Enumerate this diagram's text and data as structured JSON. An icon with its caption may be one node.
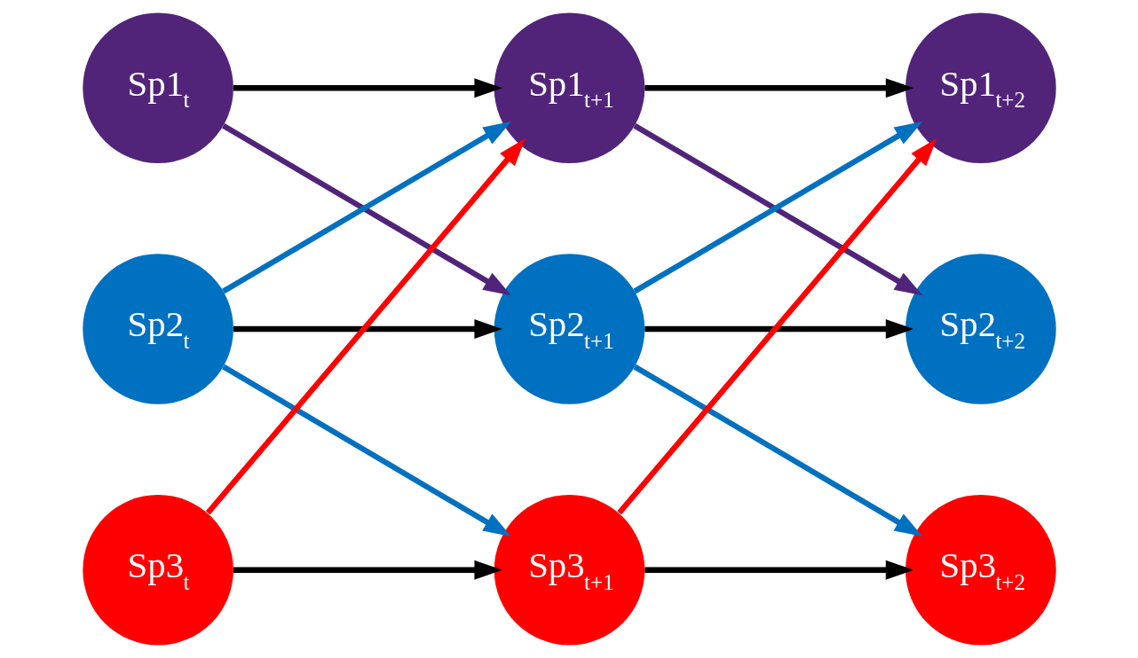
{
  "diagram": {
    "nodes": [
      {
        "text": [
          "Sp1$_{t}$"
        ]
      },
      {
        "text": [
          "Sp1$_{t+1}$"
        ]
      },
      {
        "text": [
          "Sp1$_{t+2}$"
        ]
      },
      {
        "text": [
          "Sp2$_{t}$"
        ]
      },
      {
        "text": [
          "Sp2$_{t+1}$"
        ]
      },
      {
        "text": [
          "Sp2$_{t+2}$"
        ]
      },
      {
        "text": [
          "Sp3$_{t}$"
        ]
      },
      {
        "text": [
          "Sp3$_{t+1}$"
        ]
      },
      {
        "text": [
          "Sp3$_{t+2}$"
        ]
      }
    ],
    "edges": [
      {
        "from": 0,
        "to": 1,
        "arrow": "to"
      },
      {
        "from": 0,
        "to": 4,
        "arrow": "to",
        "color": "#51247a"
      },
      {
        "from": 3,
        "to": 1,
        "arrow": "to",
        "color": "#0070c0"
      },
      {
        "from": 3,
        "to": 4,
        "arrow": "to"
      },
      {
        "from": 3,
        "to": 7,
        "arrow": "to",
        "color": "#0070c0"
      },
      {
        "from": 6,
        "to": 1,
        "arrow": "to",
        "color": "#ff0000"
      },
      {
        "from": 6,
        "to": 7,
        "arrow": "to"
      },
      {
        "from": 1,
        "to": 2,
        "arrow": "to"
      },
      {
        "from": 1,
        "to": 5,
        "arrow": "to",
        "color": "#51247a"
      },
      {
        "from": 4,
        "to": 2,
        "arrow": "to",
        "color": "#0070c0"
      },
      {
        "from": 4,
        "to": 5,
        "arrow": "to"
      },
      {
        "from": 4,
        "to": 8,
        "arrow": "to",
        "color": "#0070c0"
      },
      {
        "from": 7,
        "to": 2,
        "arrow": "to",
        "color": "#ff0000"
      },
      {
        "from": 7,
        "to": 8,
        "arrow": "to"
      }
    ]
  }
}
